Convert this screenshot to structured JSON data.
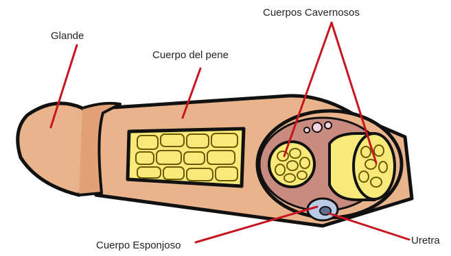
{
  "labels": {
    "glande": "Glande",
    "cuerpo_pene": "Cuerpo del pene",
    "cuerpos_cavernosos": "Cuerpos Cavernosos",
    "cuerpo_esponjoso": "Cuerpo Esponjoso",
    "uretra": "Uretra"
  },
  "colors": {
    "skin": "#e9b48c",
    "outline": "#111111",
    "sponge_tissue": "#f7ea7a",
    "cross_section": "#c98a80",
    "urethra": "#9fb7d8",
    "pointer": "#c8141e"
  }
}
